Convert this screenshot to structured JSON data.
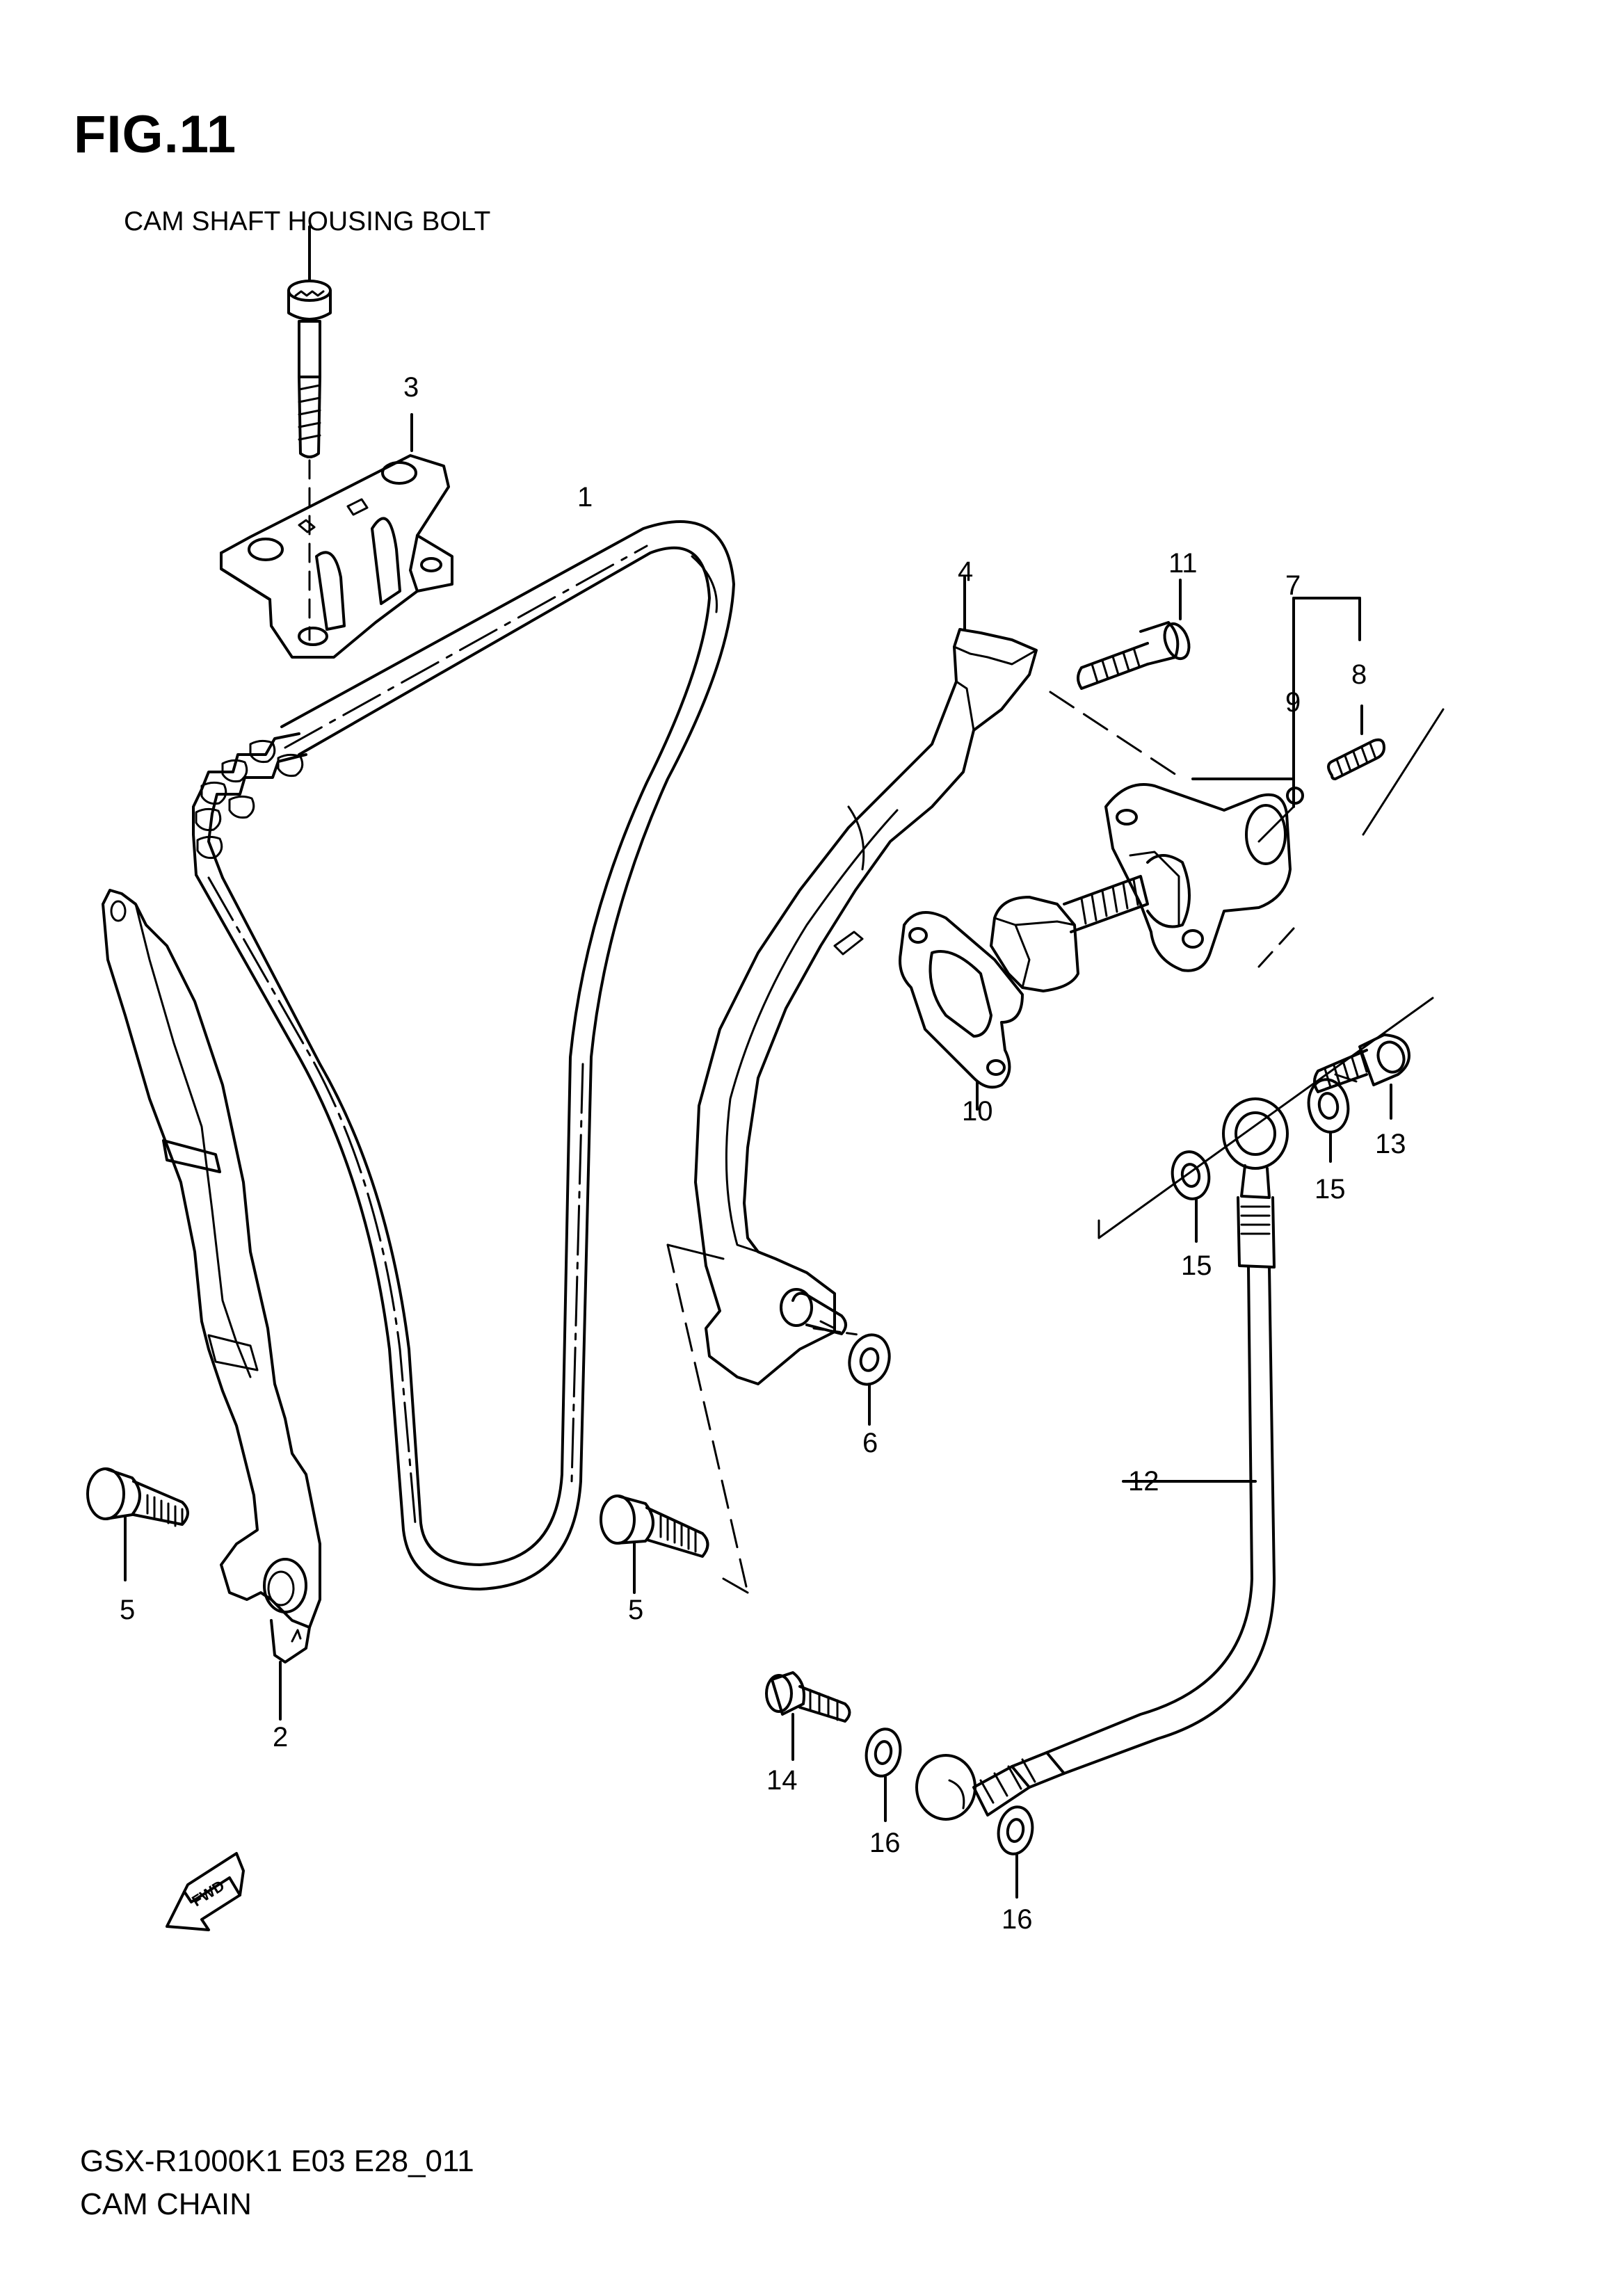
{
  "figure_title": "FIG.11",
  "housing_bolt_label": "CAM SHAFT HOUSING BOLT",
  "footer": {
    "model_code": "GSX-R1000K1 E03 E28_011",
    "section_name": "CAM CHAIN"
  },
  "fwd_text": "FWD",
  "parts": [
    {
      "ref": "1"
    },
    {
      "ref": "2"
    },
    {
      "ref": "3"
    },
    {
      "ref": "4"
    },
    {
      "ref": "5"
    },
    {
      "ref": "5"
    },
    {
      "ref": "6"
    },
    {
      "ref": "7"
    },
    {
      "ref": "8"
    },
    {
      "ref": "9"
    },
    {
      "ref": "10"
    },
    {
      "ref": "11"
    },
    {
      "ref": "12"
    },
    {
      "ref": "13"
    },
    {
      "ref": "14"
    },
    {
      "ref": "15"
    },
    {
      "ref": "15"
    },
    {
      "ref": "16"
    },
    {
      "ref": "16"
    }
  ]
}
